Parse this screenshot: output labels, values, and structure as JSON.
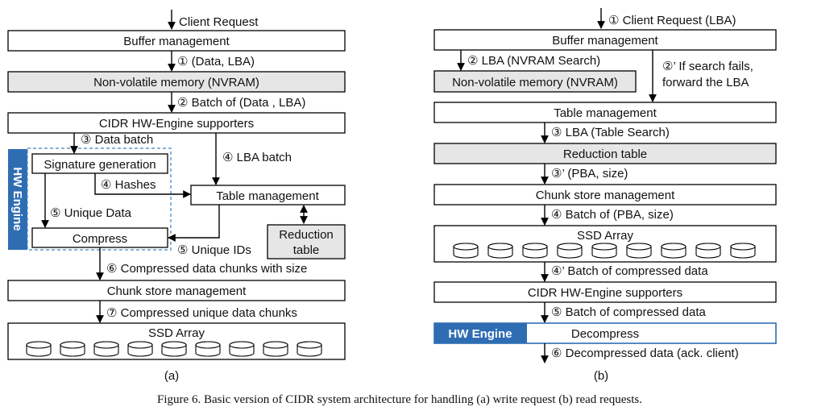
{
  "panel_a": {
    "client_request": "Client Request",
    "buffer_management": "Buffer management",
    "step1": "① (Data, LBA)",
    "nvram": "Non-volatile memory (NVRAM)",
    "step2": "② Batch of (Data , LBA)",
    "cidr_supporters": "CIDR HW-Engine supporters",
    "step3": "③ Data batch",
    "step4_lba": "④ LBA batch",
    "hw_engine": "HW Engine",
    "signature_generation": "Signature generation",
    "step4_hashes": "④ Hashes",
    "table_management": "Table management",
    "step5_unique_data": "⑤ Unique Data",
    "compress": "Compress",
    "reduction_table_line1": "Reduction",
    "reduction_table_line2": "table",
    "step5_unique_ids": "⑤ Unique IDs",
    "step6": "⑥ Compressed data chunks with size",
    "chunk_store": "Chunk store management",
    "step7": "⑦ Compressed unique data chunks",
    "ssd_array": "SSD Array",
    "label": "(a)"
  },
  "panel_b": {
    "client_request": "① Client Request (LBA)",
    "buffer_management": "Buffer management",
    "step2": "② LBA (NVRAM Search)",
    "nvram": "Non-volatile memory (NVRAM)",
    "step2p_line1": "②’ If search fails,",
    "step2p_line2": "forward the LBA",
    "table_management": "Table management",
    "step3": "③ LBA (Table Search)",
    "reduction_table": "Reduction table",
    "step3p": "③’ (PBA, size)",
    "chunk_store": "Chunk store management",
    "step4": "④ Batch of (PBA, size)",
    "ssd_array": "SSD Array",
    "step4p": "④’ Batch of compressed data",
    "cidr_supporters": "CIDR HW-Engine supporters",
    "step5": "⑤ Batch of compressed data",
    "hw_engine": "HW Engine",
    "decompress": "Decompress",
    "step6": "⑥ Decompressed data (ack. client)",
    "label": "(b)"
  },
  "caption": "Figure 6.   Basic version of CIDR system architecture for handling (a) write request (b) read requests.",
  "colors": {
    "hw_engine_blue": "#2f6db3",
    "gray_fill": "#e6e6e6",
    "dashed_border": "#3b82c4"
  }
}
